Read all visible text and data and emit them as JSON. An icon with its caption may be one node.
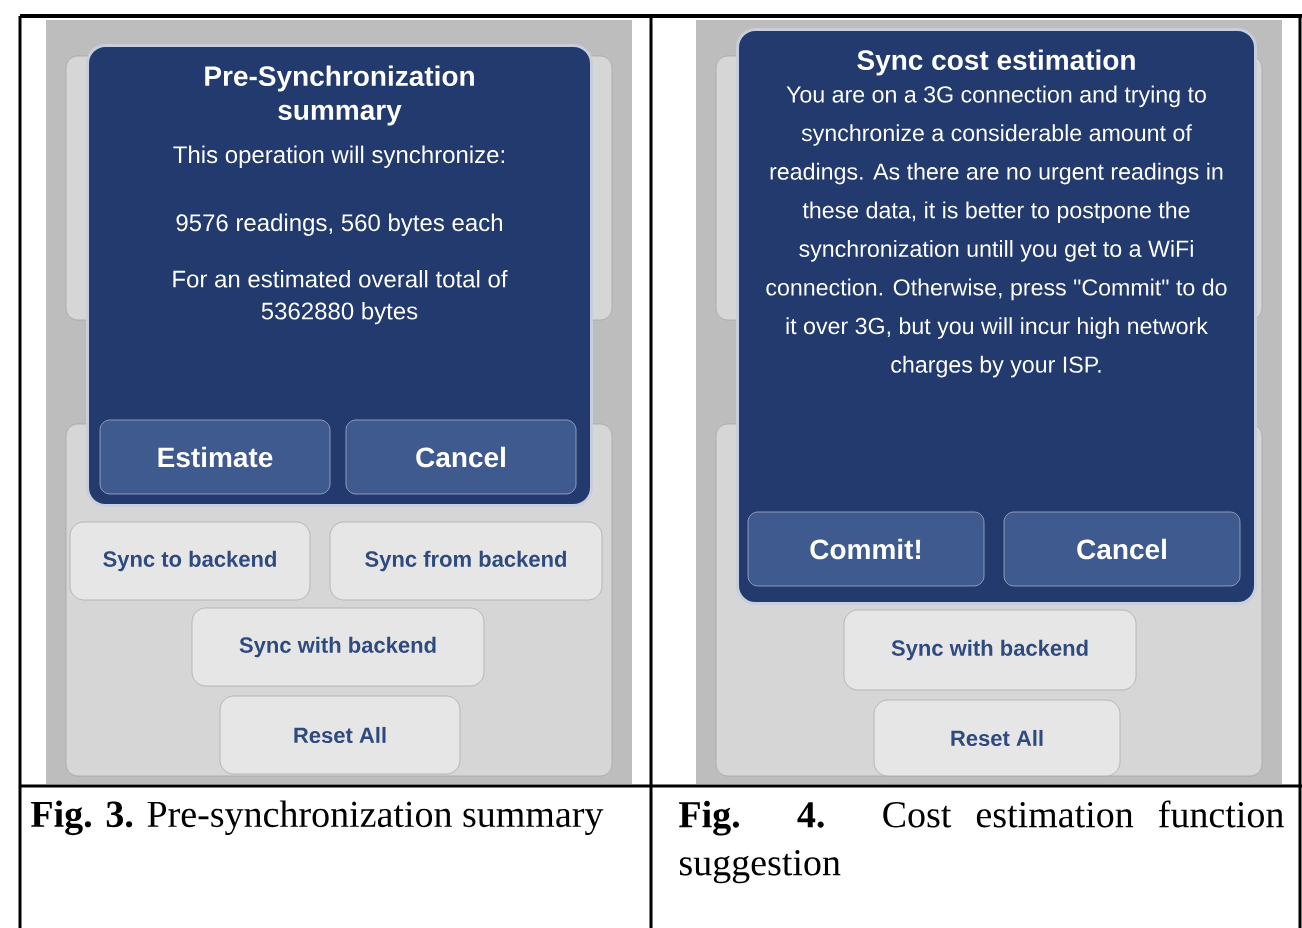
{
  "diagram": {
    "nodes": [
      {
        "text": [
          "Pre-Synchronization summary",
          "This operation will synchronize:",
          "9576 readings, 560 bytes each",
          "For an estimated overall total of 5362880 bytes"
        ]
      },
      {
        "text": [
          "Estimate"
        ],
        "in": 0
      },
      {
        "text": [
          "Cancel"
        ],
        "in": 0
      },
      {
        "text": [
          "Sync to backend"
        ]
      },
      {
        "text": [
          "Sync from backend"
        ]
      },
      {
        "text": [
          "Sync with backend"
        ]
      },
      {
        "text": [
          "Reset All"
        ]
      },
      {
        "text": [
          "Sync cost estimation",
          "You are on a 3G connection and trying to synchronize a considerable amount of readings. As there are no urgent readings in these data, it is better to postpone the synchronization untill you get to a WiFi connection. Otherwise, press \"Commit\" to do it over 3G, but you will incur high network charges by your ISP."
        ]
      },
      {
        "text": [
          "Commit!"
        ],
        "in": 7
      },
      {
        "text": [
          "Cancel"
        ],
        "in": 7
      },
      {
        "text": [
          "Sync with backend"
        ]
      },
      {
        "text": [
          "Reset All"
        ]
      }
    ],
    "labels": [
      "**Fig. 3.** Pre-synchronization summary",
      "**Fig. 4.** Cost estimation function suggestion"
    ]
  }
}
